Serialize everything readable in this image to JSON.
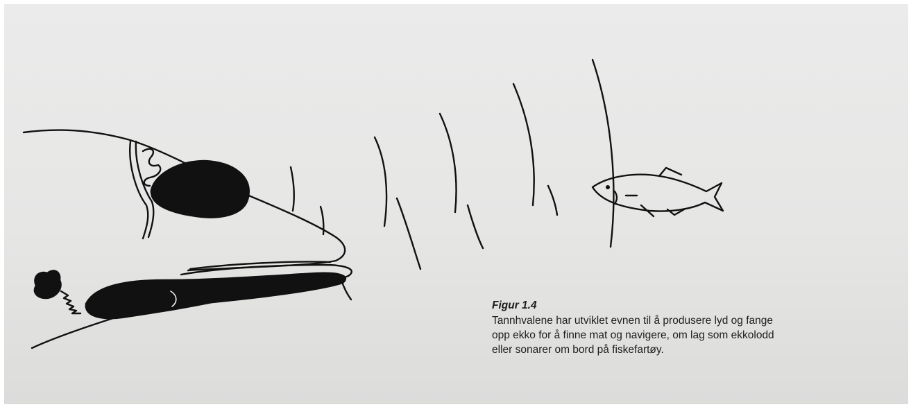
{
  "figure": {
    "label": "Figur 1.4",
    "caption_lines": [
      "Tannhvalene har utviklet evnen til å produsere lyd og fange",
      "opp ekko for å finne mat og navigere, om lag som ekkolodd",
      "eller sonarer om bord på fiskefartøy."
    ],
    "illustration_subjects": [
      "toothed-whale-head",
      "sound-waves",
      "fish"
    ],
    "colors": {
      "background": "#e8e8e7",
      "ink": "#111111",
      "text": "#1c1c1c"
    }
  }
}
